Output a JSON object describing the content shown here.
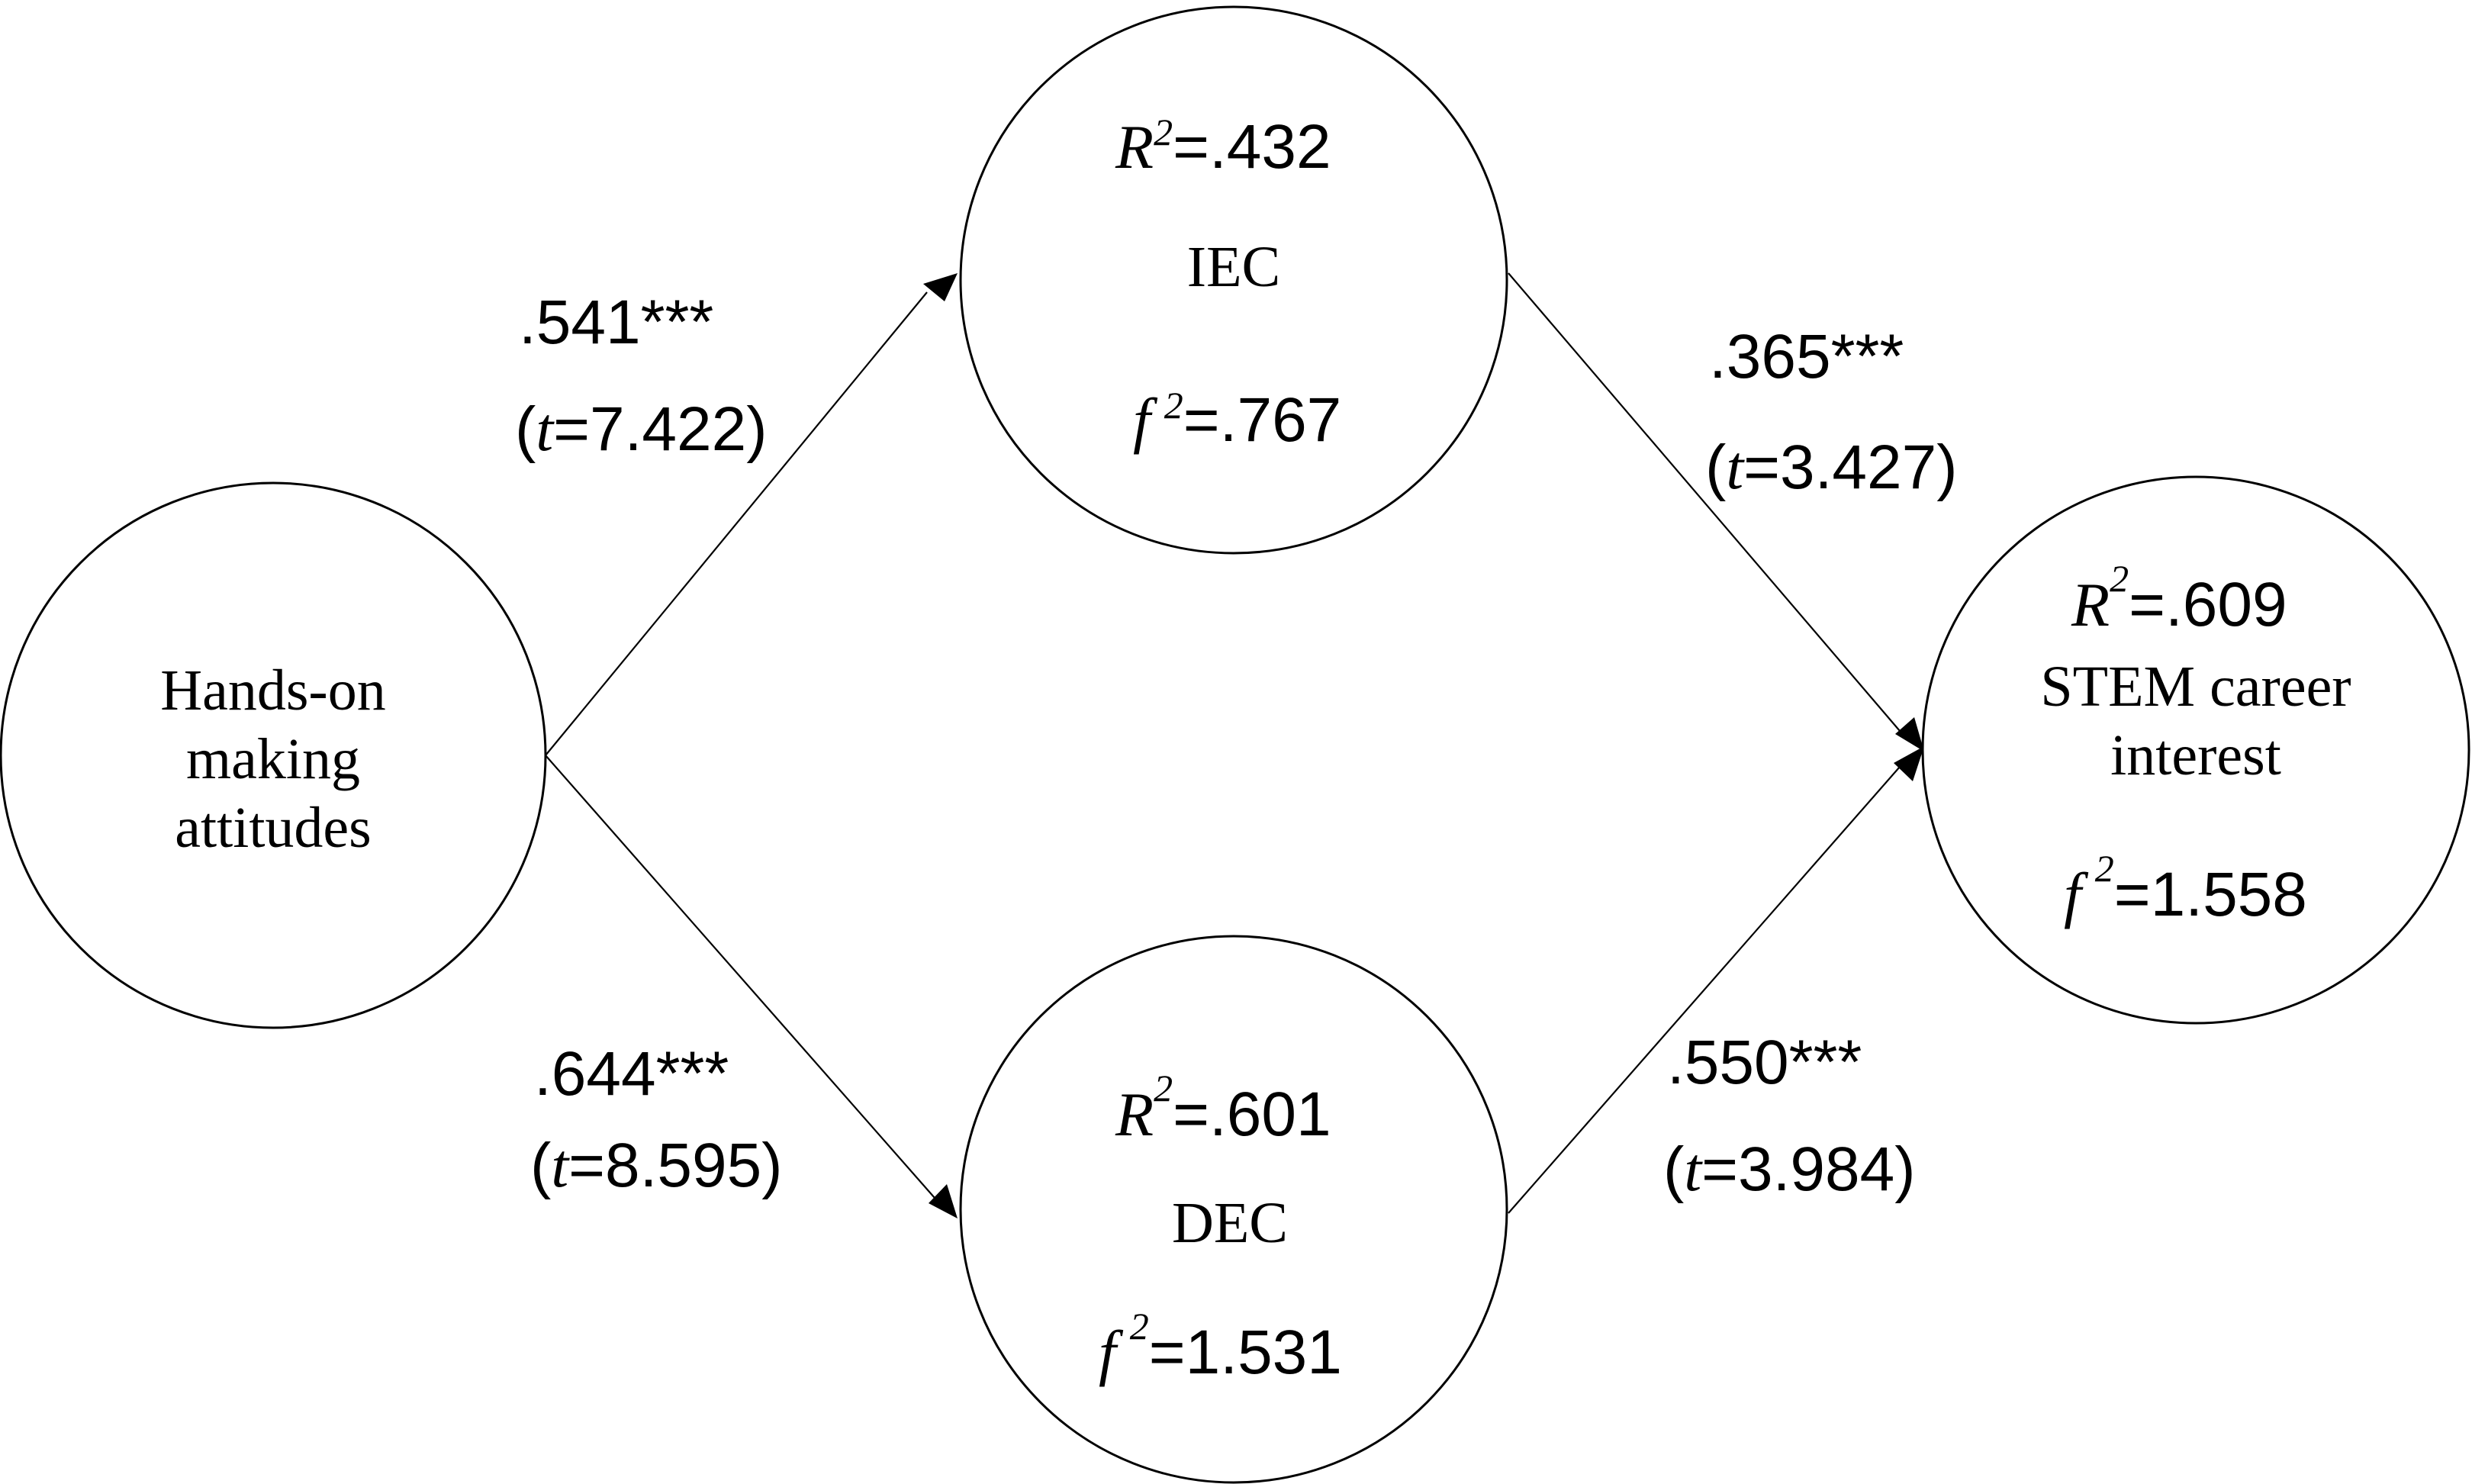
{
  "nodes": {
    "hands_on": {
      "label_lines": [
        "Hands-on",
        "making",
        "attitudes"
      ]
    },
    "iec": {
      "label": "IEC",
      "r2": {
        "symbol": "R",
        "sup": "2",
        "value": "=.432"
      },
      "f2": {
        "symbol": "f",
        "sup": "2",
        "value": "=.767"
      }
    },
    "dec": {
      "label": "DEC",
      "r2": {
        "symbol": "R",
        "sup": "2",
        "value": "=.601"
      },
      "f2": {
        "symbol": "f",
        "sup": "2",
        "value": "=1.531"
      }
    },
    "stem": {
      "label_lines": [
        "STEM career",
        "interest"
      ],
      "r2": {
        "symbol": "R",
        "sup": "2",
        "value": "=.609"
      },
      "f2": {
        "symbol": "f",
        "sup": "2",
        "value": "=1.558"
      }
    }
  },
  "paths": {
    "hands_iec": {
      "coef": ".541***",
      "t_open": "(",
      "t_sym": "t",
      "t_val": "=7.422)"
    },
    "hands_dec": {
      "coef": ".644***",
      "t_open": "(",
      "t_sym": "t",
      "t_val": "=8.595)"
    },
    "iec_stem": {
      "coef": ".365***",
      "t_open": "(",
      "t_sym": "t",
      "t_val": "=3.427)"
    },
    "dec_stem": {
      "coef": ".550***",
      "t_open": "(",
      "t_sym": "t",
      "t_val": "=3.984)"
    }
  }
}
